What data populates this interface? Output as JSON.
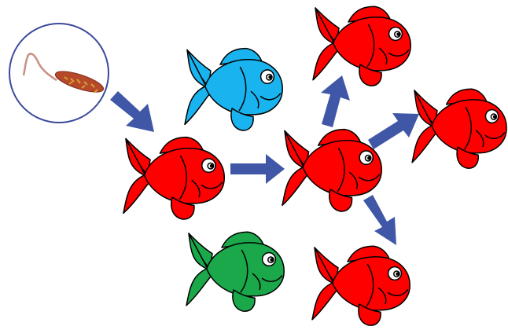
{
  "diagram": {
    "background": "#ffffff",
    "bacterium": {
      "icon": "bacterium-icon",
      "circle_stroke": "#3b4a9a",
      "body_color": "#b5492a",
      "spot_color": "#d8a032",
      "flagellum_color": "#c98f87"
    },
    "arrow_color": "#3f57a6",
    "fish_outline": "#000000",
    "fish_colors": {
      "infected": "#ff0000",
      "healthy_blue": "#19b4f0",
      "healthy_green": "#1aa84b"
    },
    "fish": [
      {
        "name": "fish-blue-top",
        "color_key": "healthy_blue"
      },
      {
        "name": "fish-green-bottom",
        "color_key": "healthy_green"
      },
      {
        "name": "fish-red-infected-first",
        "color_key": "infected"
      },
      {
        "name": "fish-red-center",
        "color_key": "infected"
      },
      {
        "name": "fish-red-top-right",
        "color_key": "infected"
      },
      {
        "name": "fish-red-right",
        "color_key": "infected"
      },
      {
        "name": "fish-red-bottom-right",
        "color_key": "infected"
      }
    ]
  }
}
